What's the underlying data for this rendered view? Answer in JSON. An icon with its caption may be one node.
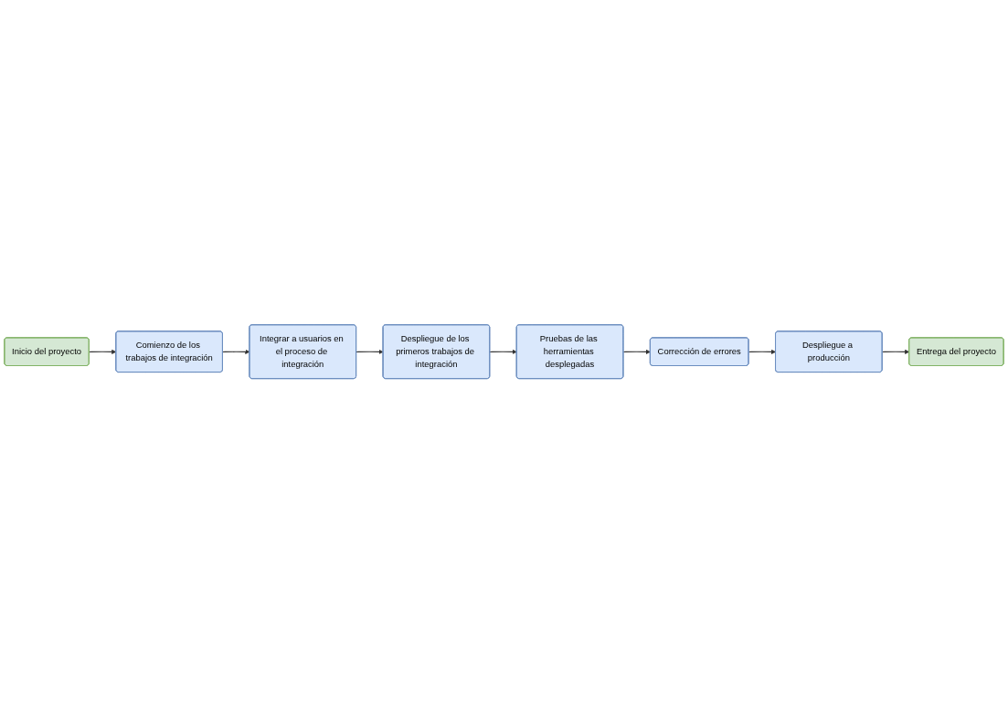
{
  "diagram": {
    "nodes": [
      {
        "text": [
          "Inicio del proyecto"
        ]
      },
      {
        "text": [
          "Comienzo de los trabajos de integración"
        ]
      },
      {
        "text": [
          "Integrar a usuarios en el proceso de integración"
        ]
      },
      {
        "text": [
          "Despliegue de los primeros trabajos de integración"
        ]
      },
      {
        "text": [
          "Pruebas de las herramientas desplegadas"
        ]
      },
      {
        "text": [
          "Corrección de errores"
        ]
      },
      {
        "text": [
          "Despliegue a producción"
        ]
      },
      {
        "text": [
          "Entrega del proyecto"
        ]
      }
    ],
    "edges": [
      {
        "from": 0,
        "to": 1,
        "arrow": "to"
      },
      {
        "from": 1,
        "to": 2,
        "arrow": "to"
      },
      {
        "from": 2,
        "to": 3,
        "arrow": "to"
      },
      {
        "from": 3,
        "to": 4,
        "arrow": "to"
      },
      {
        "from": 4,
        "to": 5,
        "arrow": "to"
      },
      {
        "from": 5,
        "to": 6,
        "arrow": "to"
      },
      {
        "from": 6,
        "to": 7,
        "arrow": "to"
      }
    ]
  }
}
